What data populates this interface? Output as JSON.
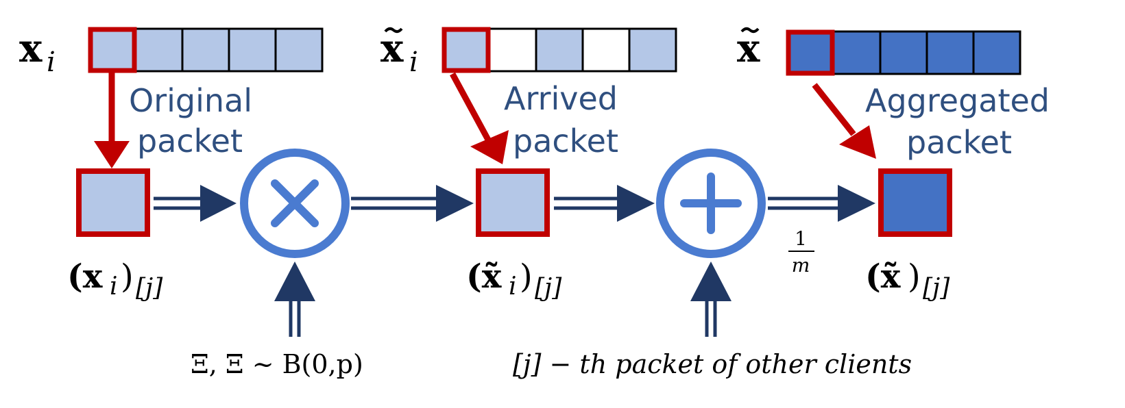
{
  "colors": {
    "light_blue": "#b4c7e7",
    "dark_blue": "#4472c4",
    "navy": "#203864",
    "red": "#c00000",
    "ring": "#4a7bd0",
    "caption": "#2f4f7f"
  },
  "vectors": [
    {
      "symbol": "x",
      "subscript": "i",
      "tilde": false,
      "cells": [
        "light",
        "light",
        "light",
        "light",
        "light"
      ]
    },
    {
      "symbol": "x",
      "subscript": "i",
      "tilde": true,
      "cells": [
        "light",
        "empty",
        "light",
        "empty",
        "light"
      ]
    },
    {
      "symbol": "x",
      "subscript": "",
      "tilde": true,
      "cells": [
        "dark",
        "dark",
        "dark",
        "dark",
        "dark"
      ]
    }
  ],
  "captions": {
    "original": [
      "Original",
      "packet"
    ],
    "arrived": [
      "Arrived",
      "packet"
    ],
    "aggregated": [
      "Aggregated",
      "packet"
    ]
  },
  "node_labels": {
    "xij": {
      "base": "(x",
      "sub": "i",
      "close": ")",
      "index": "[j]"
    },
    "txij": {
      "base": "(x̃",
      "sub": "i",
      "close": ")",
      "index": "[j]"
    },
    "txj": {
      "base": "(x̃",
      "sub": "",
      "close": ")",
      "index": "[j]"
    }
  },
  "operators": {
    "multiply": "×",
    "add": "+"
  },
  "fraction": {
    "numerator": "1",
    "denominator": "m"
  },
  "inputs": {
    "xi_label": "Ξ,  Ξ ~ B(0,p)",
    "others_label": "[j] − th packet of other clients"
  }
}
